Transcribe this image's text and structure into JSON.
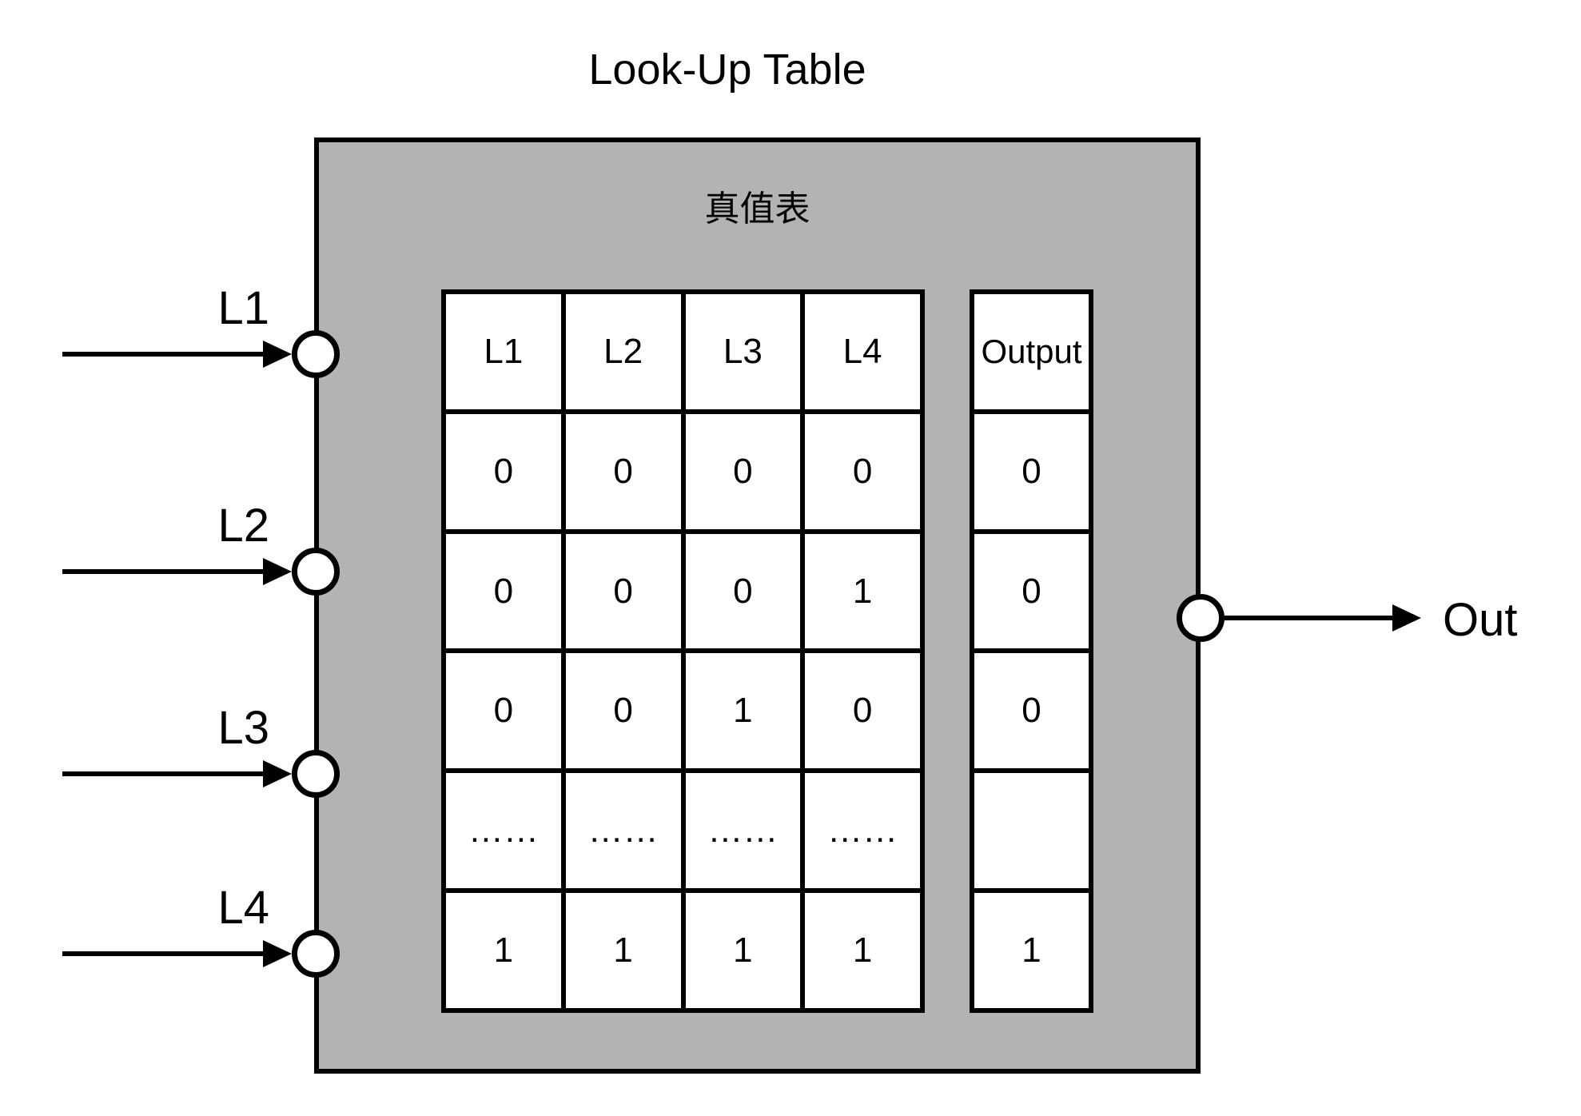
{
  "title": "Look-Up Table",
  "box_label": "真值表",
  "inputs": [
    {
      "label": "L1"
    },
    {
      "label": "L2"
    },
    {
      "label": "L3"
    },
    {
      "label": "L4"
    }
  ],
  "out_label": "Out",
  "truth_table": {
    "headers": [
      "L1",
      "L2",
      "L3",
      "L4"
    ],
    "rows": [
      [
        "0",
        "0",
        "0",
        "0"
      ],
      [
        "0",
        "0",
        "0",
        "1"
      ],
      [
        "0",
        "0",
        "1",
        "0"
      ],
      [
        "……",
        "……",
        "……",
        "……"
      ],
      [
        "1",
        "1",
        "1",
        "1"
      ]
    ]
  },
  "output_column": {
    "header": "Output",
    "values": [
      "0",
      "0",
      "0",
      "",
      "1"
    ]
  },
  "colors": {
    "box_fill": "#b3b3b3",
    "stroke": "#000000",
    "cell_fill": "#ffffff"
  }
}
